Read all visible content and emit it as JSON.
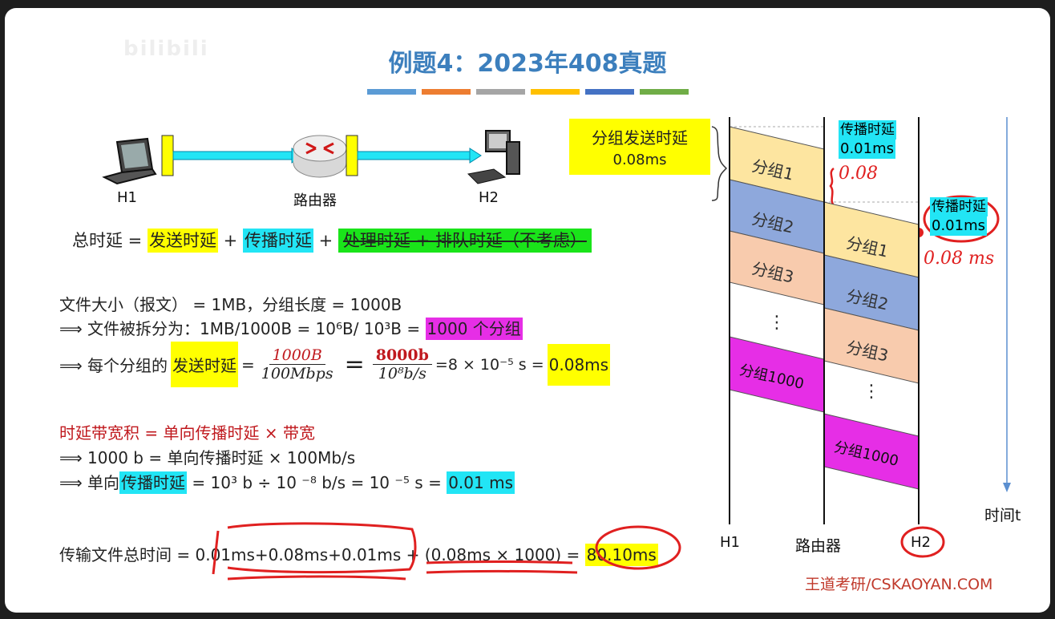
{
  "watermark": "bilibili",
  "title": "例题4：2023年408真题",
  "title_bar_colors": [
    "#5b9bd5",
    "#ed7d31",
    "#a5a5a5",
    "#ffc000",
    "#4472c4",
    "#70ad47"
  ],
  "network": {
    "h1": "H1",
    "router": "路由器",
    "h2": "H2"
  },
  "total_delay": {
    "prefix": "总时延 =",
    "send": "发送时延",
    "plus1": "+",
    "prop": "传播时延",
    "plus2": "+",
    "strike": "处理时延 + 排队时延（不考虑）"
  },
  "file": {
    "line1": "文件大小（报文） = 1MB，分组长度 = 1000B",
    "line2_prefix": "⟹ 文件被拆分为：1MB/1000B = 10⁶B/ 10³B =",
    "line2_hl": "1000 个分组",
    "line3_prefix": "⟹ 每个分组的",
    "line3_hl": "发送时延",
    "line3_eq": "=",
    "frac1_num": "1000B",
    "frac1_den": "100Mbps",
    "eq2": "=",
    "frac2_num": "8000b",
    "frac2_den": "10⁸b/s",
    "line3_tail": "=8 × 10⁻⁵ s =",
    "line3_result": "0.08ms"
  },
  "bdp": {
    "title": "时延带宽积 = 单向传播时延 × 带宽",
    "line1": "⟹ 1000 b = 单向传播时延 × 100Mb/s",
    "line2_prefix": "⟹ 单向",
    "line2_hl": "传播时延",
    "line2_mid": "= 10³ b  ÷ 10 ⁻⁸ b/s = 10 ⁻⁵ s =",
    "line2_result": "0.01 ms"
  },
  "total": {
    "label": "传输文件总时间 =",
    "part1": "0.01ms+0.08ms+0.01ms",
    "part2": "+ (0.08ms × 1000) =",
    "result": "80.10ms"
  },
  "diagram": {
    "send_delay_label": "分组发送时延",
    "send_delay_value": "0.08ms",
    "prop1_label": "传播时延",
    "prop1_value": "0.01ms",
    "hand_008": "0.08",
    "prop2_label": "传播时延",
    "prop2_value": "0.01ms",
    "hand_008ms": "0.08 ms",
    "h1_packets": [
      "分组1",
      "分组2",
      "分组3",
      "⋮",
      "分组1000"
    ],
    "r_packets": [
      "分组1",
      "分组2",
      "分组3",
      "⋮",
      "分组1000"
    ],
    "axis_h1": "H1",
    "axis_router": "路由器",
    "axis_h2": "H2",
    "time_label": "时间t"
  },
  "brand": "王道考研/CSKAOYAN.COM"
}
